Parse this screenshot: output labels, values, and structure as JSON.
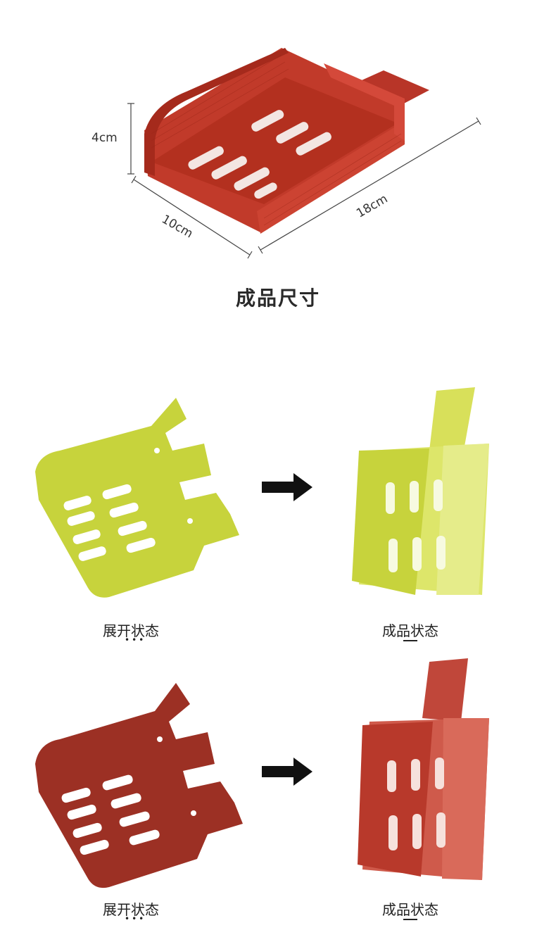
{
  "dimensions": {
    "height_label": "4cm",
    "width_label": "10cm",
    "length_label": "18cm"
  },
  "section_title": "成品尺寸",
  "rows": [
    {
      "color": "#c7d33c",
      "left_caption": "展开状态",
      "right_caption": "成品状态",
      "dots": "•••"
    },
    {
      "color": "#9c3024",
      "left_caption": "展开状态",
      "right_caption": "成品状态",
      "dots": "•••"
    }
  ],
  "colors": {
    "red_scoop": "#c13a2a",
    "yellow": "#c7d33c",
    "dark_red": "#9c3024",
    "arrow": "#111111"
  },
  "icons": [
    "arrow-right-icon"
  ]
}
